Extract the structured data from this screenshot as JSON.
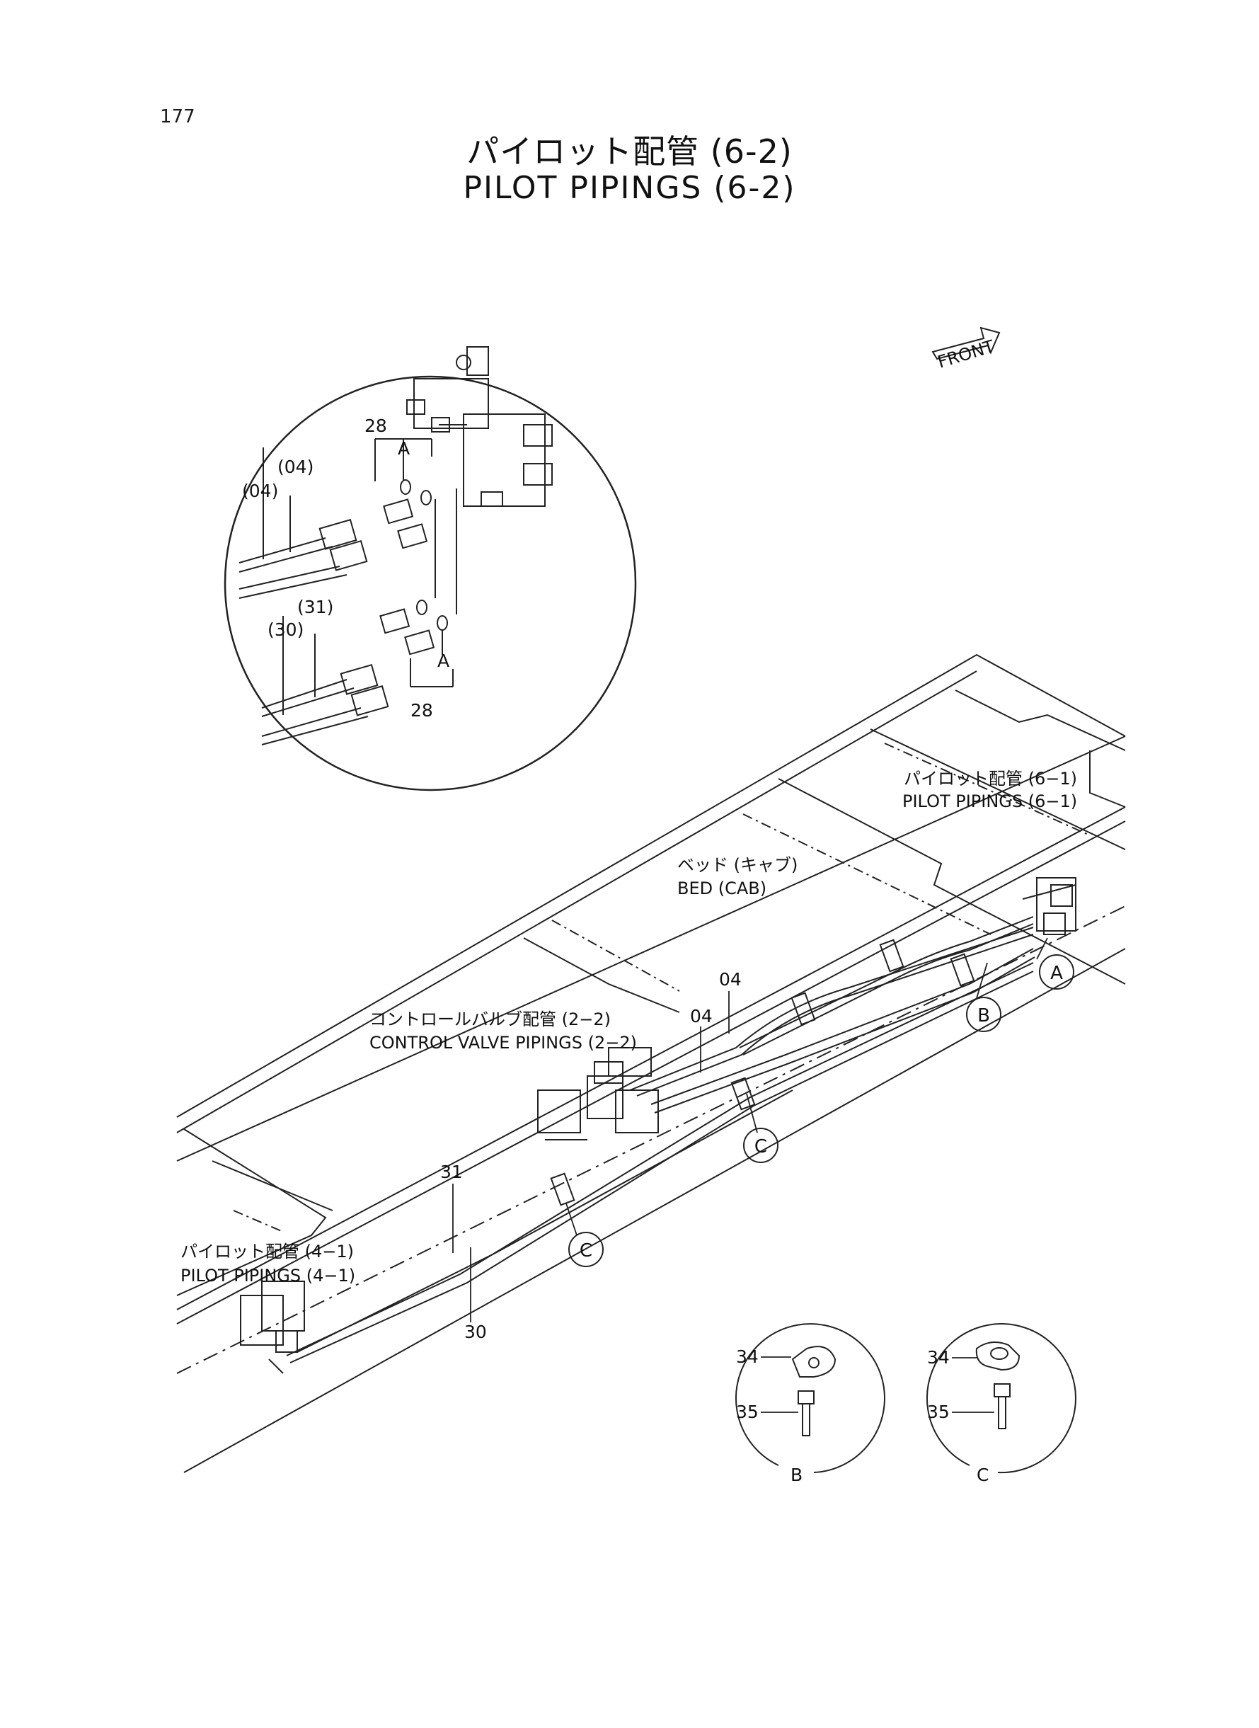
{
  "page": {
    "number": "177"
  },
  "title": {
    "jp": "パイロット配管 (6-2)",
    "en": "PILOT PIPINGS (6-2)"
  },
  "front_marker": "FRONT",
  "references": {
    "pilot_6_1": {
      "jp": "パイロット配管 (6−1)",
      "en": "PILOT PIPINGS (6−1)"
    },
    "bed_cab": {
      "jp": "ベッド (キャブ)",
      "en": "BED (CAB)"
    },
    "control_valve": {
      "jp": "コントロールバルブ配管 (2−2)",
      "en": "CONTROL VALVE PIPINGS (2−2)"
    },
    "pilot_4_1": {
      "jp": "パイロット配管 (4−1)",
      "en": "PILOT PIPINGS (4−1)"
    }
  },
  "detail_circle": {
    "part_28_top": "28",
    "letter_a_top": "A",
    "part_04_a": "(04)",
    "part_04_b": "(04)",
    "part_31": "(31)",
    "part_30": "(30)",
    "letter_a_bottom": "A",
    "part_28_bottom": "28"
  },
  "main_labels": {
    "part_04_a": "04",
    "part_04_b": "04",
    "part_31": "31",
    "part_30": "30"
  },
  "callouts": {
    "a": "A",
    "b": "B",
    "c1": "C",
    "c2": "C"
  },
  "detail_b": {
    "part_34": "34",
    "part_35": "35",
    "letter": "B"
  },
  "detail_c": {
    "part_34": "34",
    "part_35": "35",
    "letter": "C"
  }
}
